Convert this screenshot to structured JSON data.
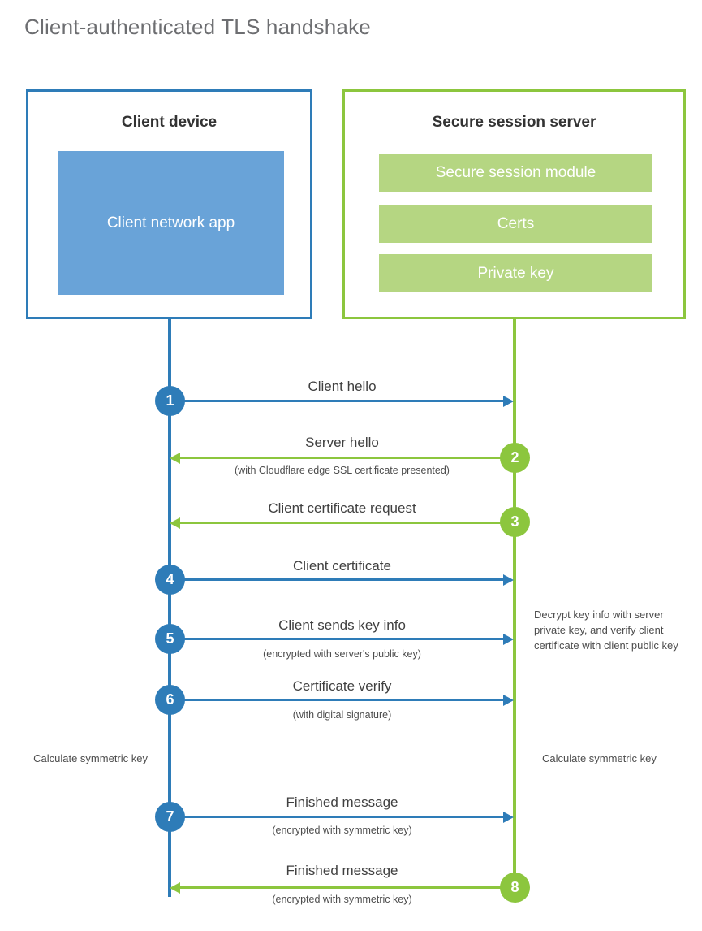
{
  "diagram": {
    "title": "Client-authenticated TLS handshake",
    "colors": {
      "client_blue": "#2e7cb8",
      "client_app_fill": "#69a3d8",
      "server_green": "#8cc63e",
      "server_bar_fill": "#b5d682",
      "title_text": "#6d6e71",
      "body_text": "#404040"
    },
    "actors": {
      "client": {
        "title": "Client device",
        "component": "Client network app"
      },
      "server": {
        "title": "Secure session server",
        "components": [
          "Secure session module",
          "Certs",
          "Private key"
        ]
      }
    },
    "steps": [
      {
        "number": "1",
        "label": "Client hello",
        "sub": "",
        "direction": "client-to-server",
        "color": "blue"
      },
      {
        "number": "2",
        "label": "Server hello",
        "sub": "(with Cloudflare edge SSL certificate presented)",
        "direction": "server-to-client",
        "color": "green"
      },
      {
        "number": "3",
        "label": "Client certificate request",
        "sub": "",
        "direction": "server-to-client",
        "color": "green"
      },
      {
        "number": "4",
        "label": "Client certificate",
        "sub": "",
        "direction": "client-to-server",
        "color": "blue"
      },
      {
        "number": "5",
        "label": "Client sends key info",
        "sub": "(encrypted with server's public key)",
        "direction": "client-to-server",
        "color": "blue"
      },
      {
        "number": "6",
        "label": "Certificate verify",
        "sub": "(with digital signature)",
        "direction": "client-to-server",
        "color": "blue"
      },
      {
        "number": "7",
        "label": "Finished message",
        "sub": "(encrypted with symmetric key)",
        "direction": "client-to-server",
        "color": "blue"
      },
      {
        "number": "8",
        "label": "Finished message",
        "sub": "(encrypted with symmetric key)",
        "direction": "server-to-client",
        "color": "green"
      }
    ],
    "annotations": {
      "server_decrypt": "Decrypt key info with server private key, and verify client certificate with client public key",
      "client_calculate": "Calculate symmetric key",
      "server_calculate": "Calculate symmetric key"
    }
  }
}
